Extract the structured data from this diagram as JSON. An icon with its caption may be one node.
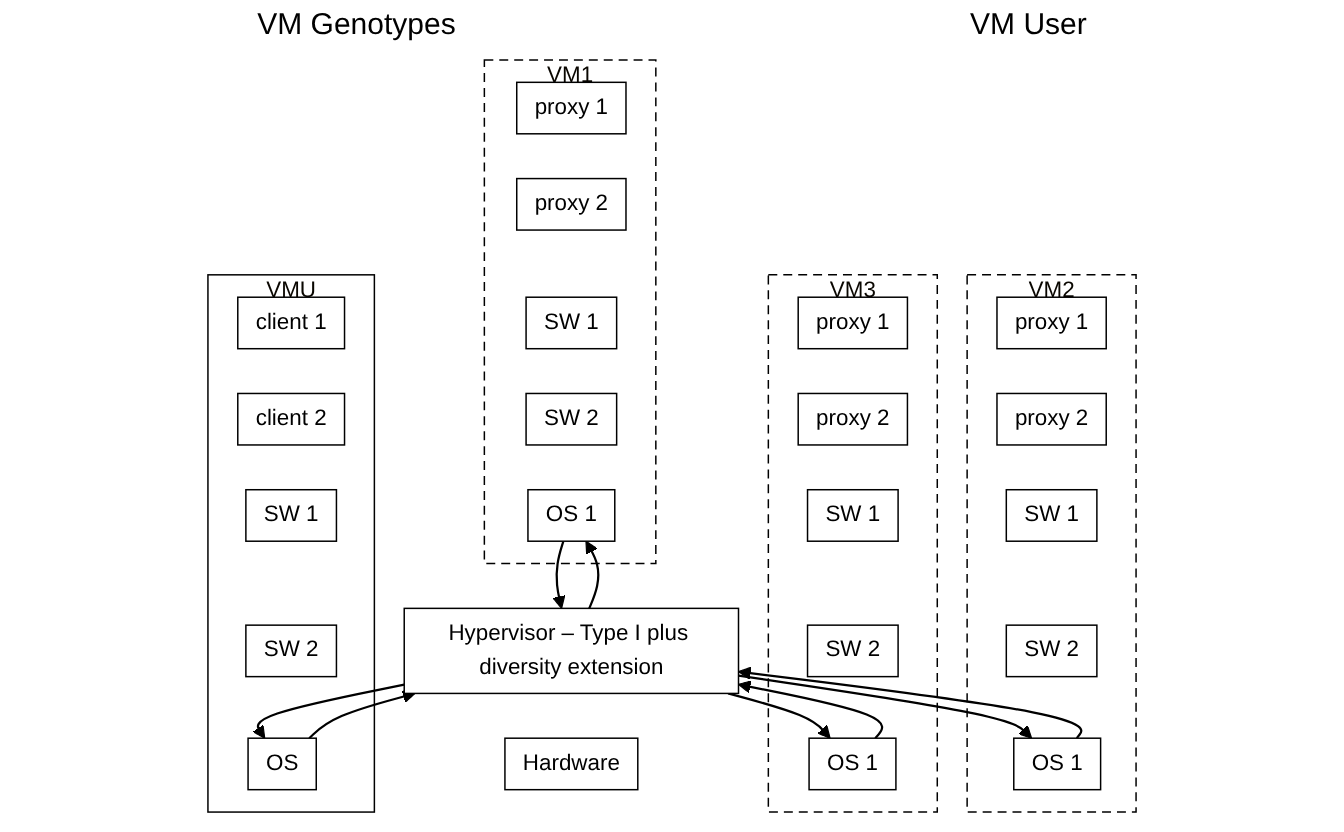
{
  "diagram": {
    "nodes": [
      {
        "text": [
          "VM1"
        ]
      },
      {
        "text": [
          "proxy 1"
        ],
        "in": 0
      },
      {
        "text": [
          "proxy 2"
        ],
        "in": 0
      },
      {
        "text": [
          "SW 1"
        ],
        "in": 0
      },
      {
        "text": [
          "SW 2"
        ],
        "in": 0
      },
      {
        "text": [
          "OS 1"
        ],
        "in": 0
      },
      {
        "text": [
          "VM2"
        ]
      },
      {
        "text": [
          "proxy 1"
        ],
        "in": 6
      },
      {
        "text": [
          "proxy 2"
        ],
        "in": 6
      },
      {
        "text": [
          "SW 1"
        ],
        "in": 6
      },
      {
        "text": [
          "SW 2"
        ],
        "in": 6
      },
      {
        "text": [
          "OS 1"
        ],
        "in": 6
      },
      {
        "text": [
          "VM3"
        ]
      },
      {
        "text": [
          "proxy 1"
        ],
        "in": 12
      },
      {
        "text": [
          "proxy 2"
        ],
        "in": 12
      },
      {
        "text": [
          "SW 1"
        ],
        "in": 12
      },
      {
        "text": [
          "SW 2"
        ],
        "in": 12
      },
      {
        "text": [
          "OS 1"
        ],
        "in": 12
      },
      {
        "text": [
          "VMU"
        ]
      },
      {
        "text": [
          "client 1"
        ],
        "in": 18
      },
      {
        "text": [
          "client 2"
        ],
        "in": 18
      },
      {
        "text": [
          "SW 1"
        ],
        "in": 18
      },
      {
        "text": [
          "SW 2"
        ],
        "in": 18
      },
      {
        "text": [
          "OS"
        ],
        "in": 18
      },
      {
        "text": [
          "Hypervisor – Type I plus diversity extension"
        ]
      },
      {
        "text": [
          "Hardware"
        ]
      }
    ],
    "edges": [
      {
        "from": 5,
        "to": 24,
        "arrow": "to"
      },
      {
        "from": 24,
        "to": 5,
        "arrow": "to"
      },
      {
        "from": 11,
        "to": 24,
        "arrow": "to"
      },
      {
        "from": 24,
        "to": 11,
        "arrow": "to"
      },
      {
        "from": 17,
        "to": 24,
        "arrow": "to"
      },
      {
        "from": 24,
        "to": 17,
        "arrow": "to"
      },
      {
        "from": 23,
        "to": 24,
        "arrow": "to"
      },
      {
        "from": 24,
        "to": 23,
        "arrow": "to"
      }
    ],
    "labels": [
      "VM Genotypes",
      "VM User"
    ]
  }
}
